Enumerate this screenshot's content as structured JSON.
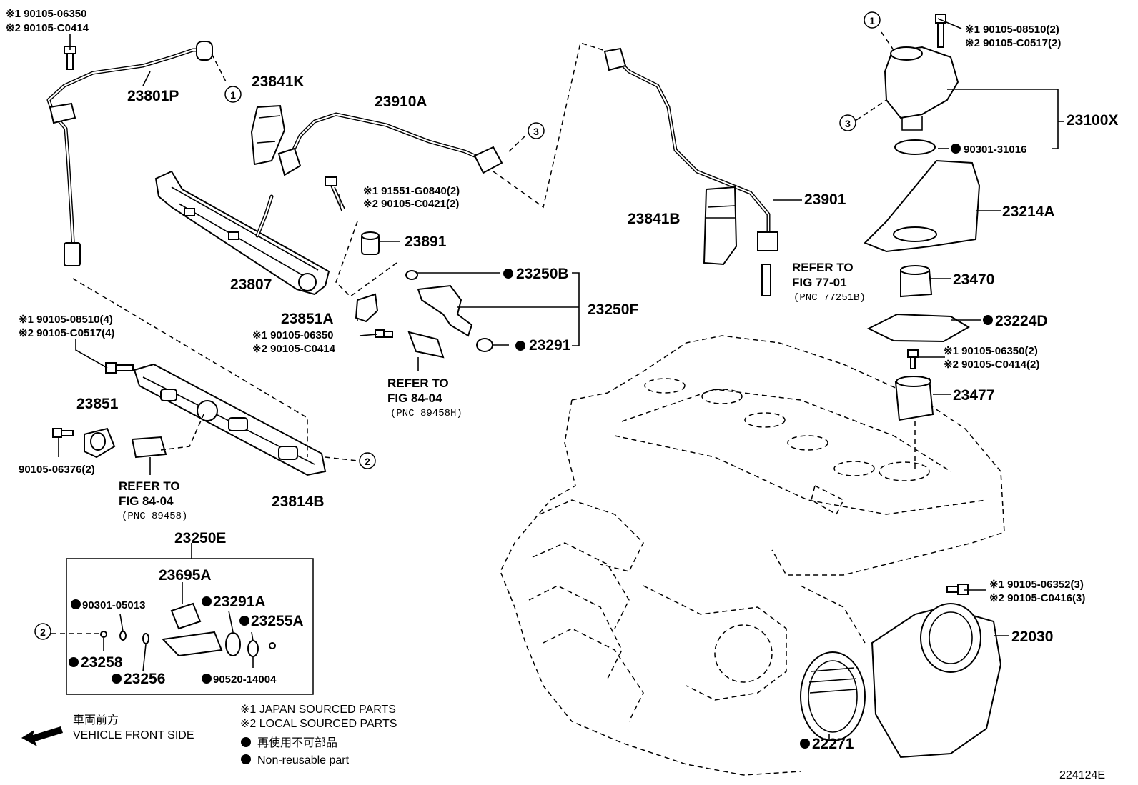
{
  "labels": {
    "p23801p": "23801P",
    "p23841k": "23841K",
    "p23910a": "23910A",
    "p23807": "23807",
    "p23891": "23891",
    "p23851a": "23851A",
    "p23250b": "23250B",
    "p23250f": "23250F",
    "p23291": "23291",
    "p23851": "23851",
    "p23814b": "23814B",
    "p23250e": "23250E",
    "p23695a": "23695A",
    "p23291a": "23291A",
    "p23255a": "23255A",
    "p23258": "23258",
    "p23256": "23256",
    "p90301_05013": "90301-05013",
    "p90520_14004": "90520-14004",
    "p23841b": "23841B",
    "p23901": "23901",
    "p23100x": "23100X",
    "p90301_31016": "90301-31016",
    "p23214a": "23214A",
    "p23470": "23470",
    "p23224d": "23224D",
    "p23477": "23477",
    "p22030": "22030",
    "p22271": "22271",
    "p90105_06376": "90105-06376(2)"
  },
  "bolts": {
    "tl_1": "※1 90105-06350",
    "tl_2": "※2 90105-C0414",
    "mid_1": "※1 91551-G0840(2)",
    "mid_2": "※2 90105-C0421(2)",
    "rail_1": "※1 90105-08510(4)",
    "rail_2": "※2 90105-C0517(4)",
    "clip_1": "※1 90105-06350",
    "clip_2": "※2 90105-C0414",
    "pump_1": "※1 90105-08510(2)",
    "pump_2": "※2 90105-C0517(2)",
    "ins_1": "※1 90105-06350(2)",
    "ins_2": "※2 90105-C0414(2)",
    "thr_1": "※1 90105-06352(3)",
    "thr_2": "※2 90105-C0416(3)"
  },
  "refs": {
    "r1_a": "REFER TO",
    "r1_b": "FIG 84-04",
    "r1_c": "(PNC 89458H)",
    "r2_a": "REFER TO",
    "r2_b": "FIG 84-04",
    "r2_c": "(PNC 89458)",
    "r3_a": "REFER TO",
    "r3_b": "FIG 77-01",
    "r3_c": "(PNC 77251B)"
  },
  "callouts": {
    "c1": "1",
    "c2": "2",
    "c3": "3"
  },
  "legend": {
    "front_jp": "車両前方",
    "front_en": "VEHICLE FRONT SIDE",
    "japan": "※1  JAPAN SOURCED PARTS",
    "local": "※2  LOCAL SOURCED PARTS",
    "nonreuse_jp": "再使用不可部品",
    "nonreuse_en": "Non-reusable part"
  },
  "figure_id": "224124E"
}
